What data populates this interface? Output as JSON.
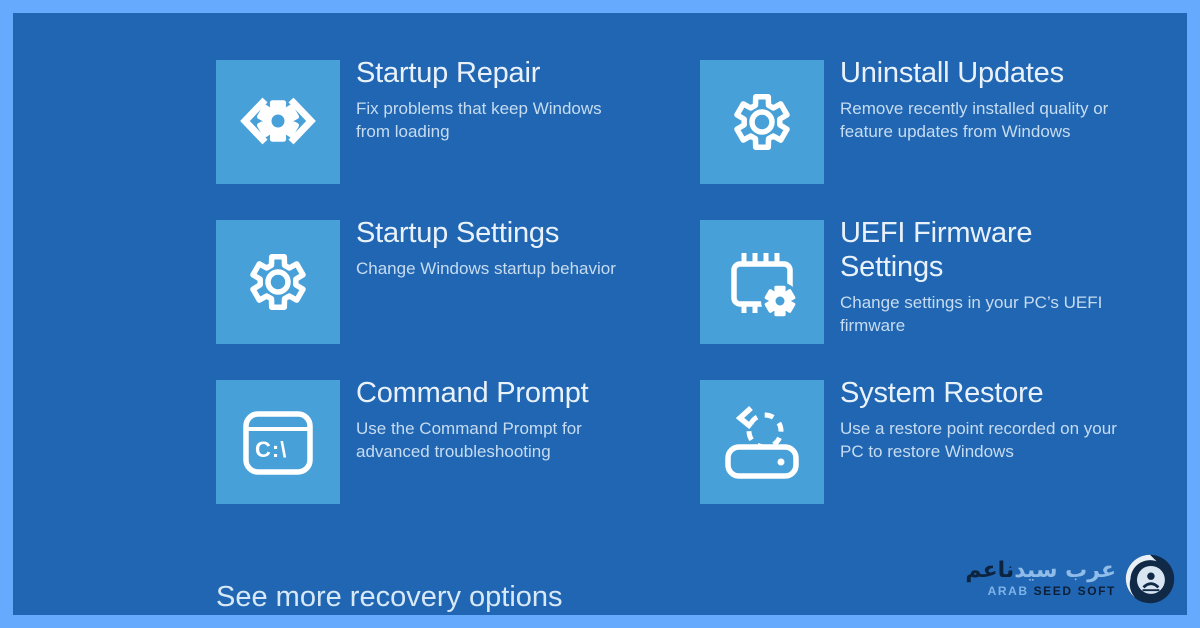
{
  "screen": {
    "name": "Windows Advanced Startup Options",
    "colors": {
      "frame_border": "#65aafd",
      "background": "#2166b2",
      "tile": "#48a0d8",
      "title_text": "#e9f2fb",
      "description_text": "#c6dcf1",
      "footer_text": "#d7e8f7",
      "icon_foreground": "#ffffff"
    }
  },
  "tiles": [
    {
      "title": "Startup Repair",
      "description": "Fix problems that keep Windows from loading",
      "icon": "code-gear-icon"
    },
    {
      "title": "Uninstall Updates",
      "description": "Remove recently installed quality or feature updates from Windows",
      "icon": "gear-icon"
    },
    {
      "title": "Startup Settings",
      "description": "Change Windows startup behavior",
      "icon": "gear-icon"
    },
    {
      "title": "UEFI Firmware Settings",
      "description": "Change settings in your PC’s UEFI firmware",
      "icon": "chip-gear-icon"
    },
    {
      "title": "Command Prompt",
      "description": "Use the Command Prompt for advanced troubleshooting",
      "icon": "command-prompt-icon",
      "icon_text": "C:\\"
    },
    {
      "title": "System Restore",
      "description": "Use a restore point recorded on your PC to restore Windows",
      "icon": "restore-drive-icon"
    }
  ],
  "footer": {
    "see_more_label": "See more recovery options"
  },
  "watermark": {
    "arabic_light": "عرب سيد",
    "arabic_dark": "ناعم",
    "latin_light": "Arab",
    "latin_dark": "Seed Soft",
    "colors": {
      "light": "#8fbce9",
      "dark": "#0d2440"
    }
  }
}
